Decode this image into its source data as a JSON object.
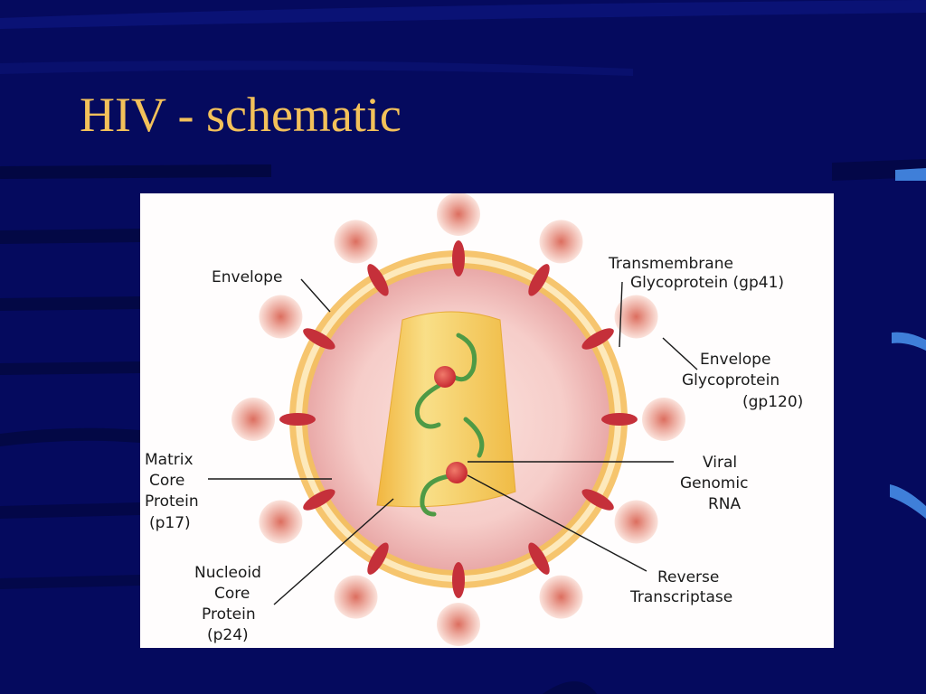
{
  "slide": {
    "title": "HIV - schematic"
  },
  "diagram": {
    "labels": {
      "envelope": "Envelope",
      "transmembrane_1": "Transmembrane",
      "transmembrane_2": "Glycoprotein (gp41)",
      "env_gp_1": "Envelope",
      "env_gp_2": "Glycoprotein",
      "env_gp_3": "(gp120)",
      "matrix_1": "Matrix",
      "matrix_2": "Core",
      "matrix_3": "Protein",
      "matrix_4": "(p17)",
      "viral_1": "Viral",
      "viral_2": "Genomic",
      "viral_3": "RNA",
      "nucleoid_1": "Nucleoid",
      "nucleoid_2": "Core",
      "nucleoid_3": "Protein",
      "nucleoid_4": "(p24)",
      "rt_1": "Reverse",
      "rt_2": "Transcriptase"
    },
    "colors": {
      "background": "#050a5e",
      "title": "#f3c15a",
      "envelope_ring": "#f6c56e",
      "matrix": "#f5c3c1",
      "capsid": "#f2c24d",
      "rna": "#4f9a45",
      "enzyme": "#d2363a",
      "spike_head": "#eaa59c",
      "transmembrane": "#c5303a"
    }
  }
}
